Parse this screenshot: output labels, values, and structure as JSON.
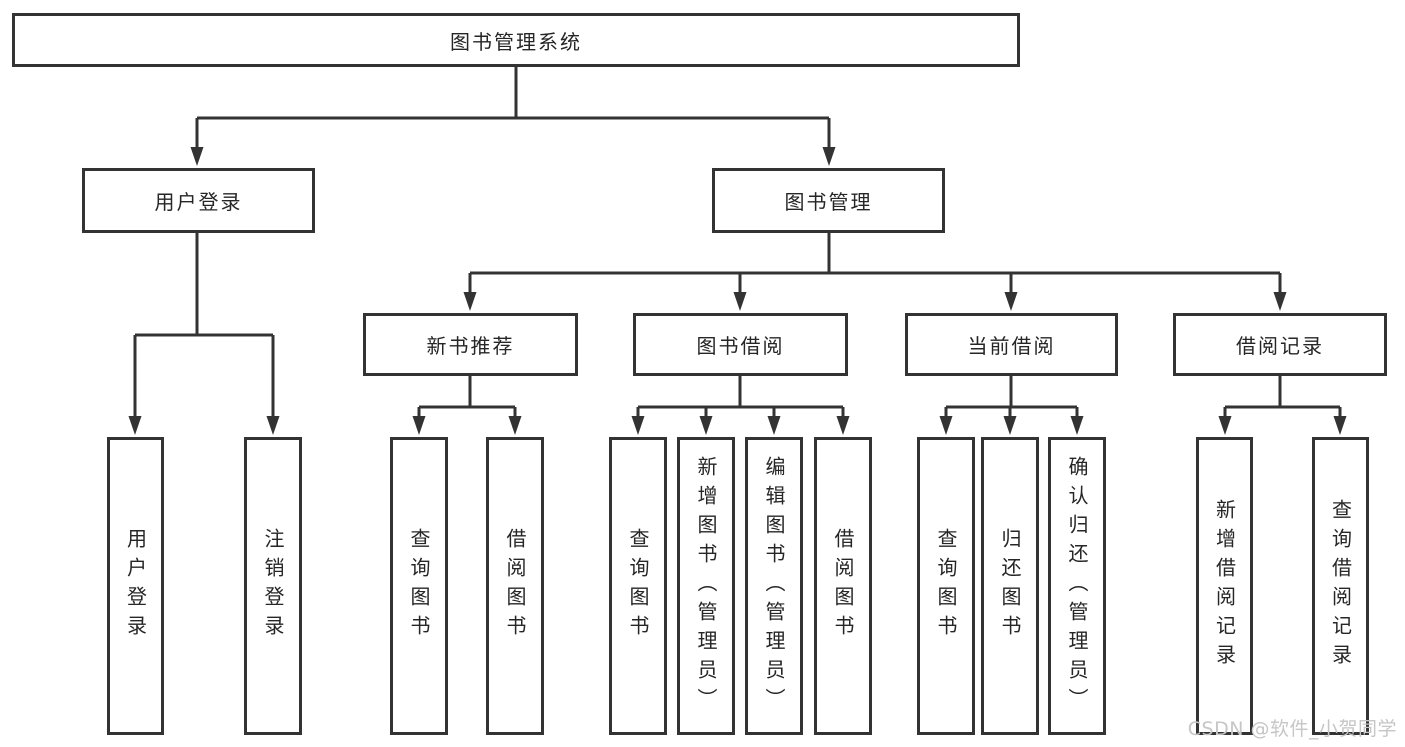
{
  "diagram": {
    "type": "feature-tree",
    "colors": {
      "line": "#333333",
      "text": "#262626",
      "background": "#ffffff",
      "watermark": "#c6c6c6"
    },
    "tree": {
      "root": {
        "label": "图书管理系统"
      },
      "branches": [
        {
          "label": "用户登录",
          "children": [
            {
              "label": "用户登录"
            },
            {
              "label": "注销登录"
            }
          ]
        },
        {
          "label": "图书管理",
          "children": [
            {
              "label": "新书推荐",
              "children": [
                {
                  "label": "查询图书"
                },
                {
                  "label": "借阅图书"
                }
              ]
            },
            {
              "label": "图书借阅",
              "children": [
                {
                  "label": "查询图书"
                },
                {
                  "label": "新增图书（管理员）"
                },
                {
                  "label": "编辑图书（管理员）"
                },
                {
                  "label": "借阅图书"
                }
              ]
            },
            {
              "label": "当前借阅",
              "children": [
                {
                  "label": "查询图书"
                },
                {
                  "label": "归还图书"
                },
                {
                  "label": "确认归还（管理员）"
                }
              ]
            },
            {
              "label": "借阅记录",
              "children": [
                {
                  "label": "新增借阅记录"
                },
                {
                  "label": "查询借阅记录"
                }
              ]
            }
          ]
        }
      ]
    },
    "watermark": {
      "text": "CSDN @软件_小贺同学"
    }
  }
}
